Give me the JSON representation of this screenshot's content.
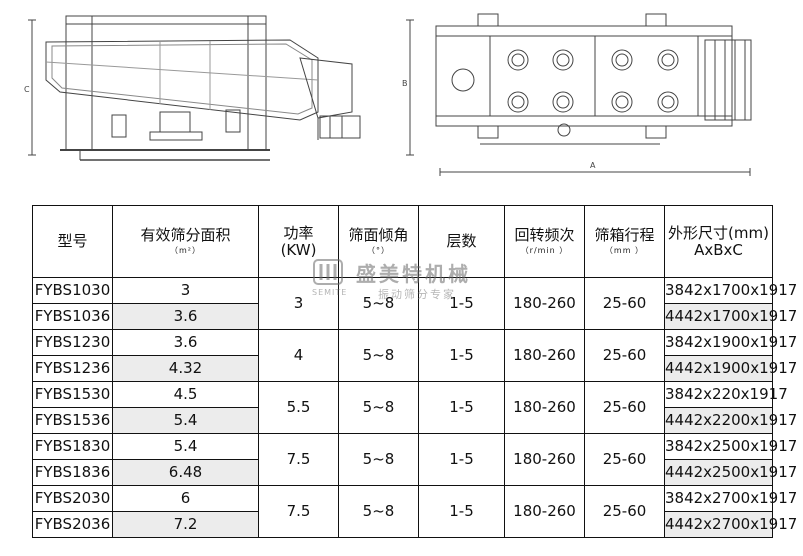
{
  "drawing": {
    "side_view_label_c": "C",
    "top_view_label_b": "B",
    "top_view_label_a": "A"
  },
  "table": {
    "headers": {
      "model": "型号",
      "area": "有效筛分面积",
      "area_unit": "（m²）",
      "power": "功率",
      "power_unit": "(KW)",
      "angle": "筛面倾角",
      "angle_unit": "（°）",
      "layers": "层数",
      "speed": "回转频次",
      "speed_unit": "（r/min ）",
      "stroke": "筛箱行程",
      "stroke_unit": "（mm ）",
      "dims": "外形尺寸(mm)",
      "dims_sub": "AxBxC"
    },
    "groups": [
      {
        "power": "3",
        "angle": "5~8",
        "layers": "1-5",
        "speed": "180-260",
        "stroke": "25-60",
        "rows": [
          {
            "model": "FYBS1030",
            "area": "3",
            "dims": "3842x1700x1917"
          },
          {
            "model": "FYBS1036",
            "area": "3.6",
            "dims": "4442x1700x1917"
          }
        ]
      },
      {
        "power": "4",
        "angle": "5~8",
        "layers": "1-5",
        "speed": "180-260",
        "stroke": "25-60",
        "rows": [
          {
            "model": "FYBS1230",
            "area": "3.6",
            "dims": "3842x1900x1917"
          },
          {
            "model": "FYBS1236",
            "area": "4.32",
            "dims": "4442x1900x1917"
          }
        ]
      },
      {
        "power": "5.5",
        "angle": "5~8",
        "layers": "1-5",
        "speed": "180-260",
        "stroke": "25-60",
        "rows": [
          {
            "model": "FYBS1530",
            "area": "4.5",
            "dims": "3842x220x1917"
          },
          {
            "model": "FYBS1536",
            "area": "5.4",
            "dims": "4442x2200x1917"
          }
        ]
      },
      {
        "power": "7.5",
        "angle": "5~8",
        "layers": "1-5",
        "speed": "180-260",
        "stroke": "25-60",
        "rows": [
          {
            "model": "FYBS1830",
            "area": "5.4",
            "dims": "3842x2500x1917"
          },
          {
            "model": "FYBS1836",
            "area": "6.48",
            "dims": "4442x2500x1917"
          }
        ]
      },
      {
        "power": "7.5",
        "angle": "5~8",
        "layers": "1-5",
        "speed": "180-260",
        "stroke": "25-60",
        "rows": [
          {
            "model": "FYBS2030",
            "area": "6",
            "dims": "3842x2700x1917"
          },
          {
            "model": "FYBS2036",
            "area": "7.2",
            "dims": "4442x2700x1917"
          }
        ]
      }
    ]
  },
  "watermark": {
    "name": "盛美特机械",
    "slogan": "振动筛分专家",
    "brand": "SEMITE"
  }
}
